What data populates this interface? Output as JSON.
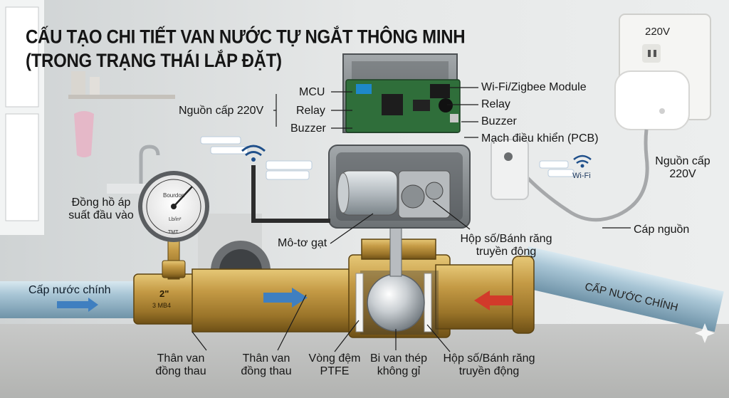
{
  "title": {
    "line1": "CẤU TẠO CHI TIẾT VAN NƯỚC TỰ NGẮT THÔNG MINH",
    "line2": "(TRONG TRẠNG THÁI LẮP ĐẶT)"
  },
  "labels": {
    "mcu": "MCU",
    "power_left": "Nguồn cấp 220V",
    "relay_left": "Relay",
    "buzzer_left": "Buzzer",
    "wifi_module": "Wi-Fi/Zigbee Module",
    "relay_right": "Relay",
    "buzzer_right": "Buzzer",
    "pcb": "Mạch điều khiển (PCB)",
    "outlet_voltage": "220V",
    "power_right_1": "Nguồn cấp",
    "power_right_2": "220V",
    "power_cable": "Cáp nguồn",
    "wifi_text": "Wi-Fi",
    "gauge_1": "Đồng hồ áp",
    "gauge_2": "suất đầu vào",
    "motor": "Mô-tơ gạt",
    "gearbox_top_1": "Hộp số/Bánh răng",
    "gearbox_top_2": "truyền động",
    "inlet_left": "Cấp nước chính",
    "inlet_right_tag": "CẤP NƯỚC CHÍNH",
    "body1_1": "Thân van",
    "body1_2": "đồng thau",
    "body2_1": "Thân van",
    "body2_2": "đồng thau",
    "ptfe_1": "Vòng đệm",
    "ptfe_2": "PTFE",
    "ball_1": "Bi van thép",
    "ball_2": "không gỉ",
    "gearbox_bottom_1": "Hộp số/Bánh răng",
    "gearbox_bottom_2": "truyền động",
    "fitting_size": "2\"",
    "fitting_code": "3 MB4",
    "gauge_brand": "Bourdon",
    "gauge_unit": "Lb/in²",
    "gauge_maker": "TMT"
  },
  "colors": {
    "brass": "#b08a3a",
    "pipe": "#a9c6d6",
    "flow_in": "#3f7fc0",
    "flow_reverse": "#d23a2a",
    "pcb": "#2f6e3a",
    "housing": "#8e9396"
  }
}
